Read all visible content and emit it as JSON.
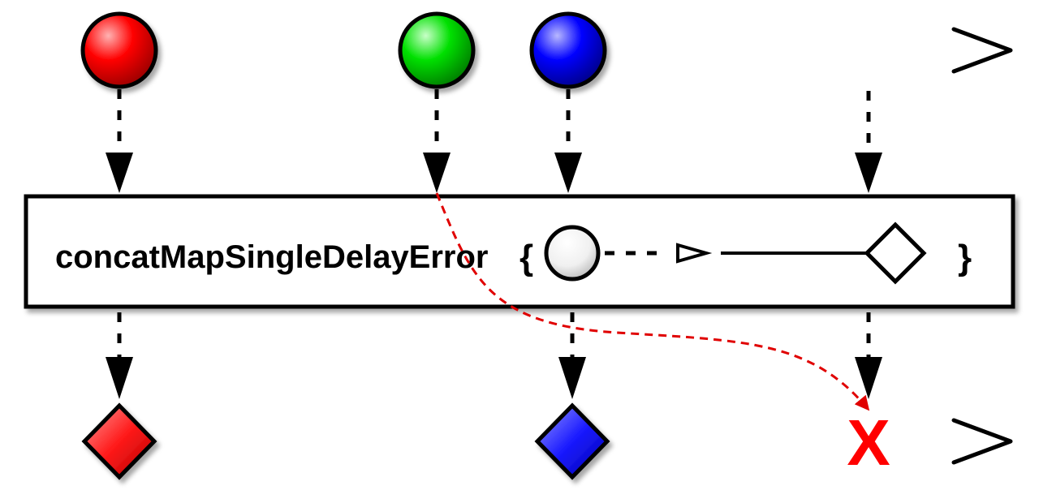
{
  "operator": {
    "name": "concatMapSingleDelayError",
    "open_brace": "{",
    "close_brace": "}"
  },
  "source": {
    "items": [
      {
        "color": "#ff0000",
        "shape": "circle"
      },
      {
        "color": "#00dd00",
        "shape": "circle"
      },
      {
        "color": "#0000ff",
        "shape": "circle"
      }
    ],
    "terminates_with": "completion"
  },
  "output": {
    "items": [
      {
        "color": "#ff0000",
        "shape": "diamond"
      },
      {
        "color": "#0000ff",
        "shape": "diamond"
      }
    ],
    "error_mark": "X",
    "error_color": "#ff0000"
  },
  "colors": {
    "stroke": "#000000",
    "operator_box_fill": "#ffffff",
    "error_path": "#e00000"
  }
}
